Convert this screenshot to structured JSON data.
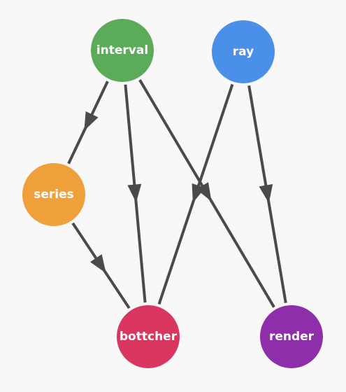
{
  "nodes": {
    "interval": {
      "label": "interval",
      "color": "#5cab5a"
    },
    "ray": {
      "label": "ray",
      "color": "#4a90e8"
    },
    "series": {
      "label": "series",
      "color": "#f0a03a"
    },
    "bottcher": {
      "label": "bottcher",
      "color": "#d8365f"
    },
    "render": {
      "label": "render",
      "color": "#8e2eaa"
    }
  },
  "edges": [
    {
      "from": "interval",
      "to": "series"
    },
    {
      "from": "interval",
      "to": "bottcher"
    },
    {
      "from": "interval",
      "to": "render"
    },
    {
      "from": "ray",
      "to": "bottcher"
    },
    {
      "from": "ray",
      "to": "render"
    },
    {
      "from": "series",
      "to": "bottcher"
    }
  ],
  "edge_color": "#4a4a4a",
  "background": "#f8f8f8"
}
